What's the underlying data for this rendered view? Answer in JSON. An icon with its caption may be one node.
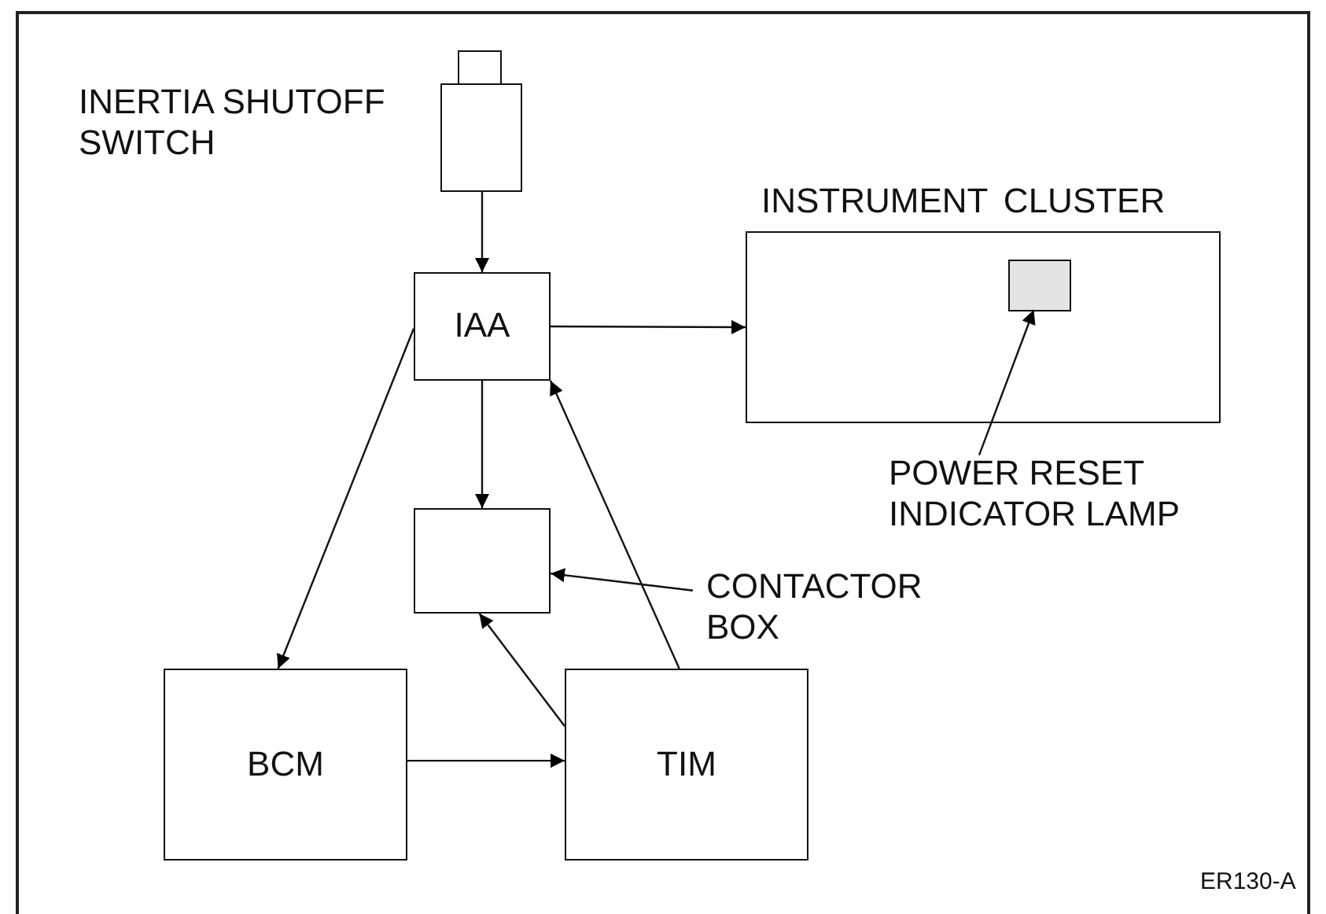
{
  "diagram": {
    "nodes": [
      {
        "text": [],
        "shape": "box"
      },
      {
        "text": [
          "IAA"
        ]
      },
      {
        "text": [
          "INSTRUMENT CLUSTER"
        ]
      },
      {
        "text": [],
        "shape": "box",
        "in": 2
      },
      {
        "text": [
          "POWER RESET INDICATOR LAMP"
        ]
      },
      {
        "text": [],
        "shape": "box"
      },
      {
        "text": [
          "CONTACTOR BOX"
        ]
      },
      {
        "text": [
          "BCM"
        ]
      },
      {
        "text": [
          "TIM"
        ]
      }
    ],
    "edges": [
      {
        "from": 0,
        "to": 1,
        "arrow": "to"
      },
      {
        "from": 1,
        "to": 2,
        "arrow": "to"
      },
      {
        "from": 4,
        "to": 3,
        "arrow": "to"
      },
      {
        "from": 1,
        "to": 5,
        "arrow": "to"
      },
      {
        "from": 1,
        "to": 7,
        "arrow": "to"
      },
      {
        "from": 8,
        "to": 1,
        "arrow": "to"
      },
      {
        "from": 6,
        "to": 5,
        "arrow": "to"
      },
      {
        "from": 8,
        "to": 5,
        "arrow": "to"
      },
      {
        "from": 7,
        "to": 8,
        "arrow": "to"
      }
    ],
    "labels": [
      "INERTIA SHUTOFF SWITCH",
      "ER130-A"
    ]
  }
}
